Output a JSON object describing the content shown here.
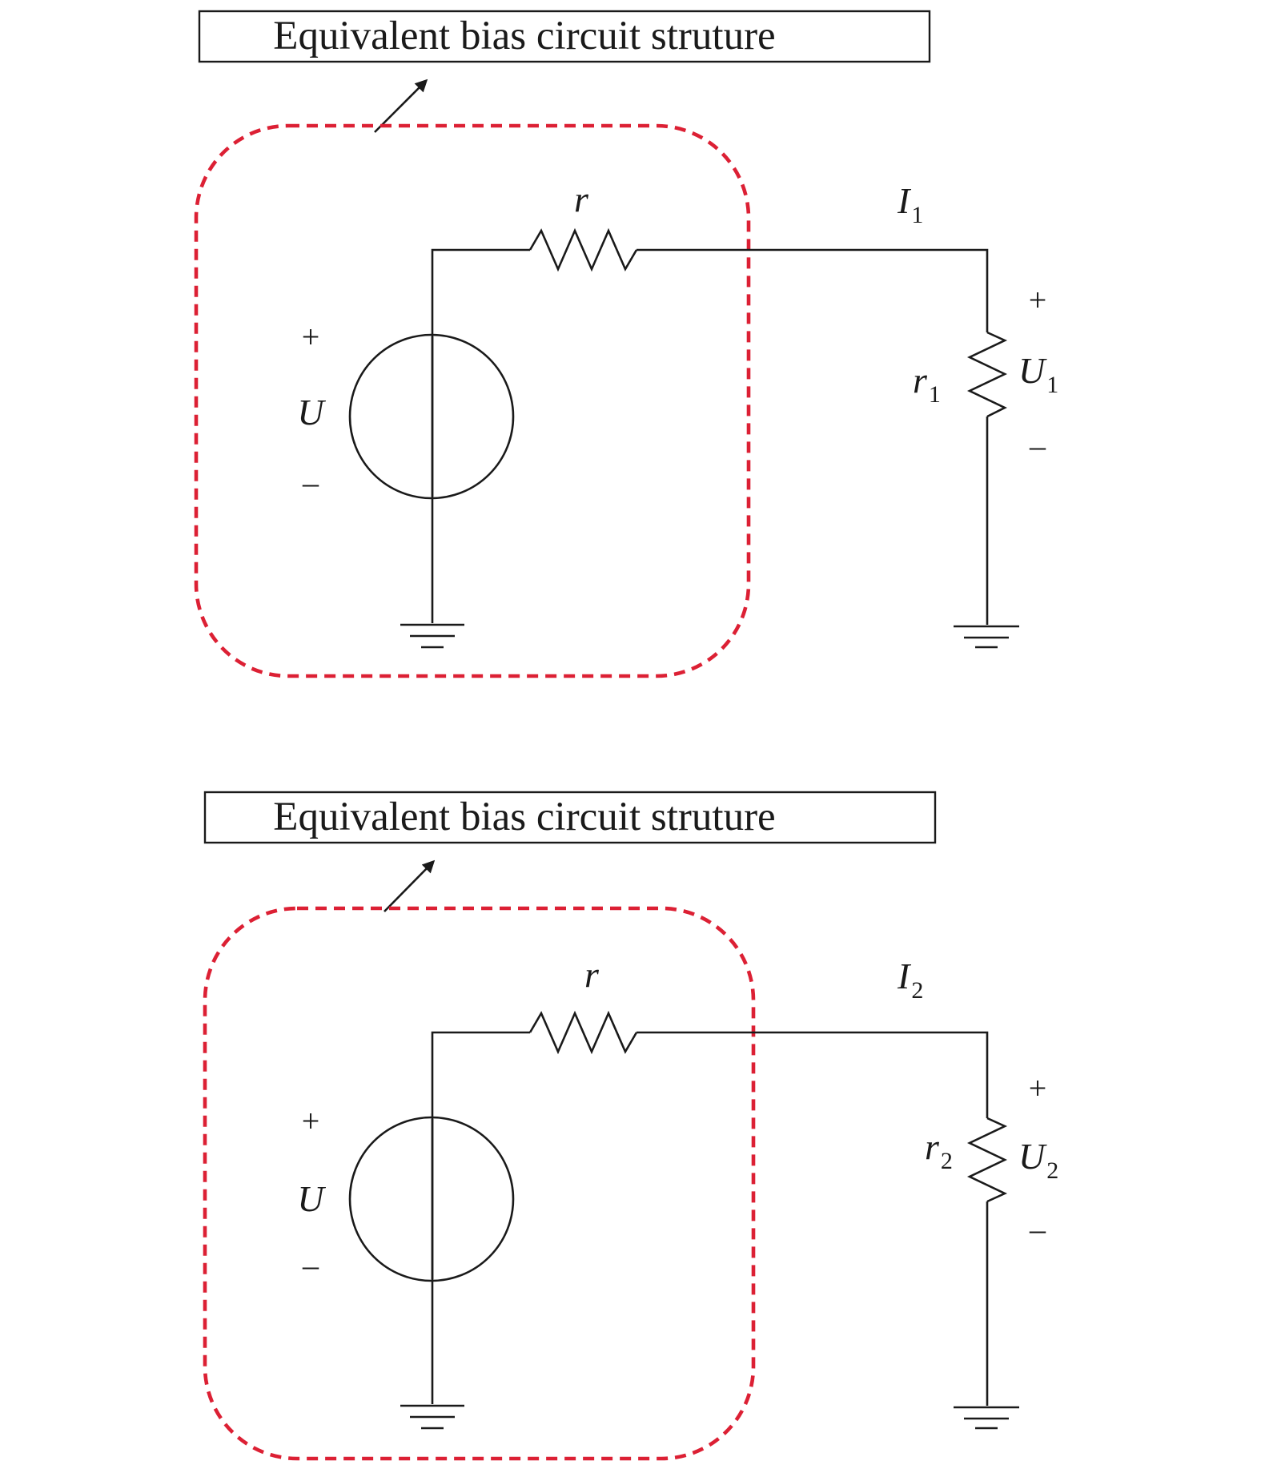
{
  "panels": [
    {
      "title": "Equivalent bias circuit struture",
      "series_resistor": "r",
      "current": {
        "main": "I",
        "sub": "1"
      },
      "source": {
        "plus": "+",
        "label": "U",
        "minus": "–"
      },
      "load_resistor": {
        "main": "r",
        "sub": "1"
      },
      "load_voltage": {
        "plus": "+",
        "main": "U",
        "sub": "1",
        "minus": "–"
      }
    },
    {
      "title": "Equivalent bias circuit struture",
      "series_resistor": "r",
      "current": {
        "main": "I",
        "sub": "2"
      },
      "source": {
        "plus": "+",
        "label": "U",
        "minus": "–"
      },
      "load_resistor": {
        "main": "r",
        "sub": "2"
      },
      "load_voltage": {
        "plus": "+",
        "main": "U",
        "sub": "2",
        "minus": "–"
      }
    }
  ],
  "colors": {
    "dashed_boundary": "#dc2034",
    "ink": "#1a1a1a"
  }
}
